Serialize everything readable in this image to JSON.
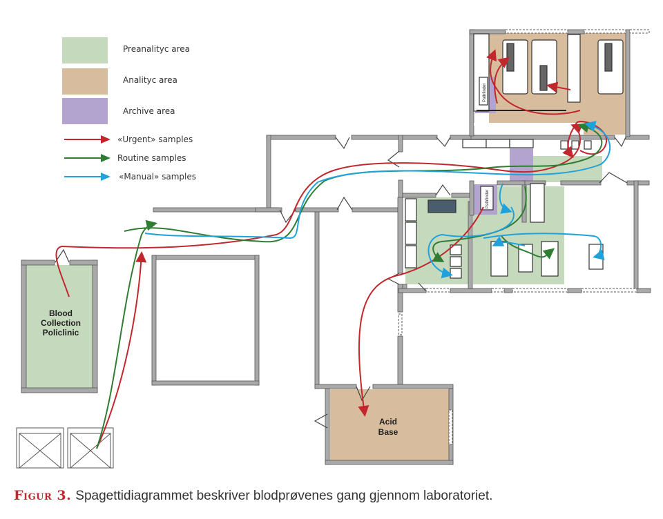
{
  "legend": {
    "areas": [
      {
        "label": "Preanalityc area",
        "color": "#c5d9bc"
      },
      {
        "label": "Analityc area",
        "color": "#d7bc9d"
      },
      {
        "label": "Archive area",
        "color": "#b3a3cf"
      }
    ],
    "flows": [
      {
        "label": "«Urgent» samples",
        "color": "#c1272d"
      },
      {
        "label": "Routine samples",
        "color": "#2e7d32"
      },
      {
        "label": "«Manual» samples",
        "color": "#1fa2dc"
      }
    ]
  },
  "rooms": {
    "blood_collection": [
      "Blood",
      "Collection",
      "Policlinic"
    ],
    "acid_base": [
      "Acid",
      "Base"
    ],
    "pathfinder_1": "Pathfinder",
    "pathfinder_2": "Pathfinder"
  },
  "colors": {
    "wall": "#a9a9a9",
    "wall_edge": "#555555",
    "preanalytic": "#c5d9bc",
    "analytic": "#d7bc9d",
    "archive": "#b3a3cf",
    "urgent": "#c1272d",
    "routine": "#2e7d32",
    "manual": "#1fa2dc",
    "caption_accent": "#c0282d"
  },
  "caption": {
    "figure_label": "Figur 3.",
    "text": "Spagettidiagrammet beskriver blodprøvenes gang gjennom laboratoriet."
  }
}
